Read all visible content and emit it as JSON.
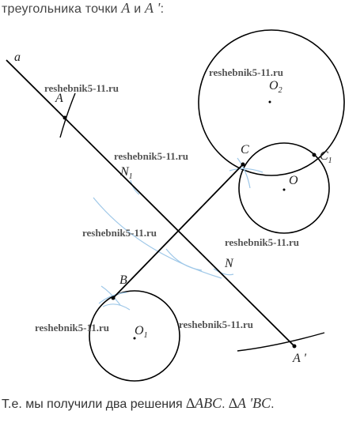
{
  "top_text": {
    "prefix": "треугольника точки ",
    "a": "A",
    "mid": " и ",
    "a_prime": "A '",
    "suffix": ":"
  },
  "bottom_text": {
    "prefix": "Т.е. мы получили два решения ",
    "triangle1": "∆ABC",
    "sep": ". ",
    "triangle2": "∆A 'BC",
    "suffix": "."
  },
  "labels": {
    "a": "a",
    "A": "A",
    "A_prime": "A '",
    "B": "B",
    "C": "C",
    "C1": "C",
    "C1_sub": "1",
    "N": "N",
    "N1": "N",
    "N1_sub": "1",
    "O": "O",
    "O1": "O",
    "O1_sub": "1",
    "O2": "O",
    "O2_sub": "2"
  },
  "watermark": "reshebnik5-11.ru",
  "colors": {
    "construction_arc": "#9fc8e8",
    "line": "#000000",
    "text": "#222222"
  }
}
